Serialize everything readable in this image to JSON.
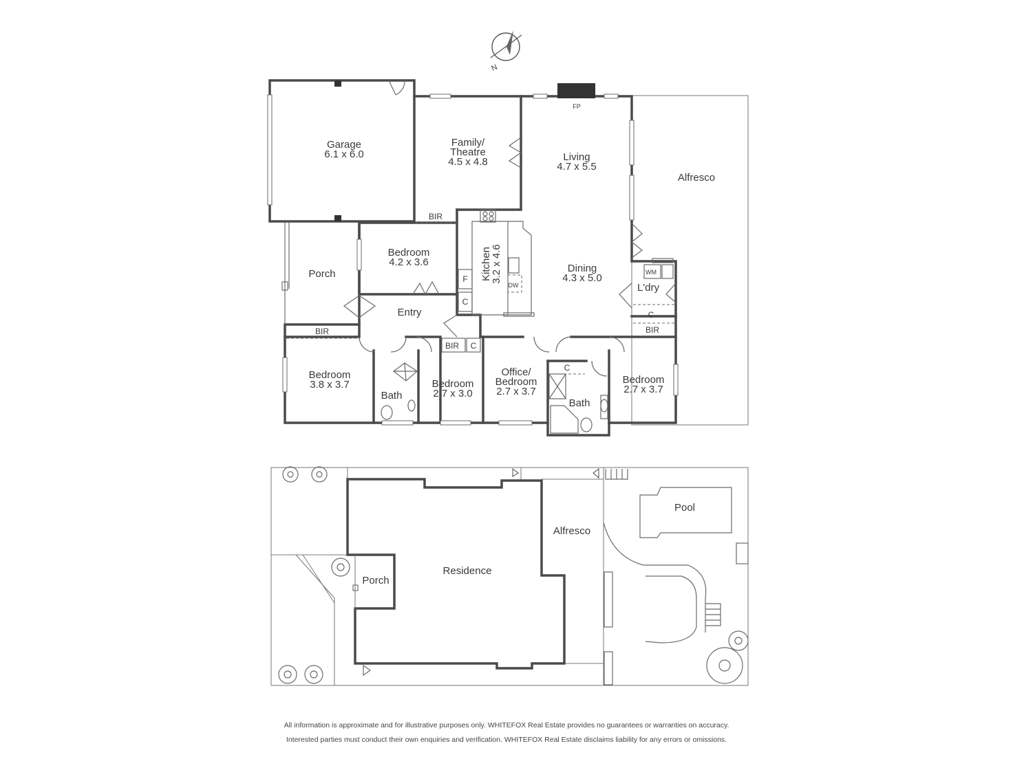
{
  "compass": {
    "label": "N"
  },
  "ground_floor": {
    "rooms": [
      {
        "id": "garage",
        "name": "Garage",
        "size": "6.1 x 6.0"
      },
      {
        "id": "family",
        "name": "Family/",
        "name2": "Theatre",
        "size": "4.5 x 4.8"
      },
      {
        "id": "living",
        "name": "Living",
        "size": "4.7 x 5.5"
      },
      {
        "id": "alfresco",
        "name": "Alfresco"
      },
      {
        "id": "bedroom-4236",
        "name": "Bedroom",
        "size": "4.2 x 3.6"
      },
      {
        "id": "kitchen",
        "name": "Kitchen",
        "size": "3.2 x 4.6"
      },
      {
        "id": "dining",
        "name": "Dining",
        "size": "4.3 x 5.0"
      },
      {
        "id": "porch",
        "name": "Porch"
      },
      {
        "id": "laundry",
        "name": "L'dry"
      },
      {
        "id": "entry",
        "name": "Entry"
      },
      {
        "id": "bedroom-3837",
        "name": "Bedroom",
        "size": "3.8 x 3.7"
      },
      {
        "id": "bath-1",
        "name": "Bath"
      },
      {
        "id": "bedroom-2730",
        "name": "Bedroom",
        "size": "2.7 x 3.0"
      },
      {
        "id": "office",
        "name": "Office/",
        "name2": "Bedroom",
        "size": "2.7 x 3.7"
      },
      {
        "id": "bath-2",
        "name": "Bath"
      },
      {
        "id": "bedroom-2737",
        "name": "Bedroom",
        "size": "2.7 x 3.7"
      }
    ],
    "small_labels": {
      "fp": "FP",
      "bir": "BIR",
      "f": "F",
      "c": "C",
      "dw": "DW",
      "wm": "WM"
    }
  },
  "site_plan": {
    "labels": {
      "residence": "Residence",
      "alfresco": "Alfresco",
      "porch": "Porch",
      "pool": "Pool"
    }
  },
  "disclaimer": {
    "line1": "All information is approximate and for illustrative purposes only. WHITEFOX Real Estate provides no guarantees or warranties on accuracy.",
    "line2": "Interested parties must conduct their own enquiries and verification. WHITEFOX Real Estate disclaims liability for any errors or omissions."
  }
}
